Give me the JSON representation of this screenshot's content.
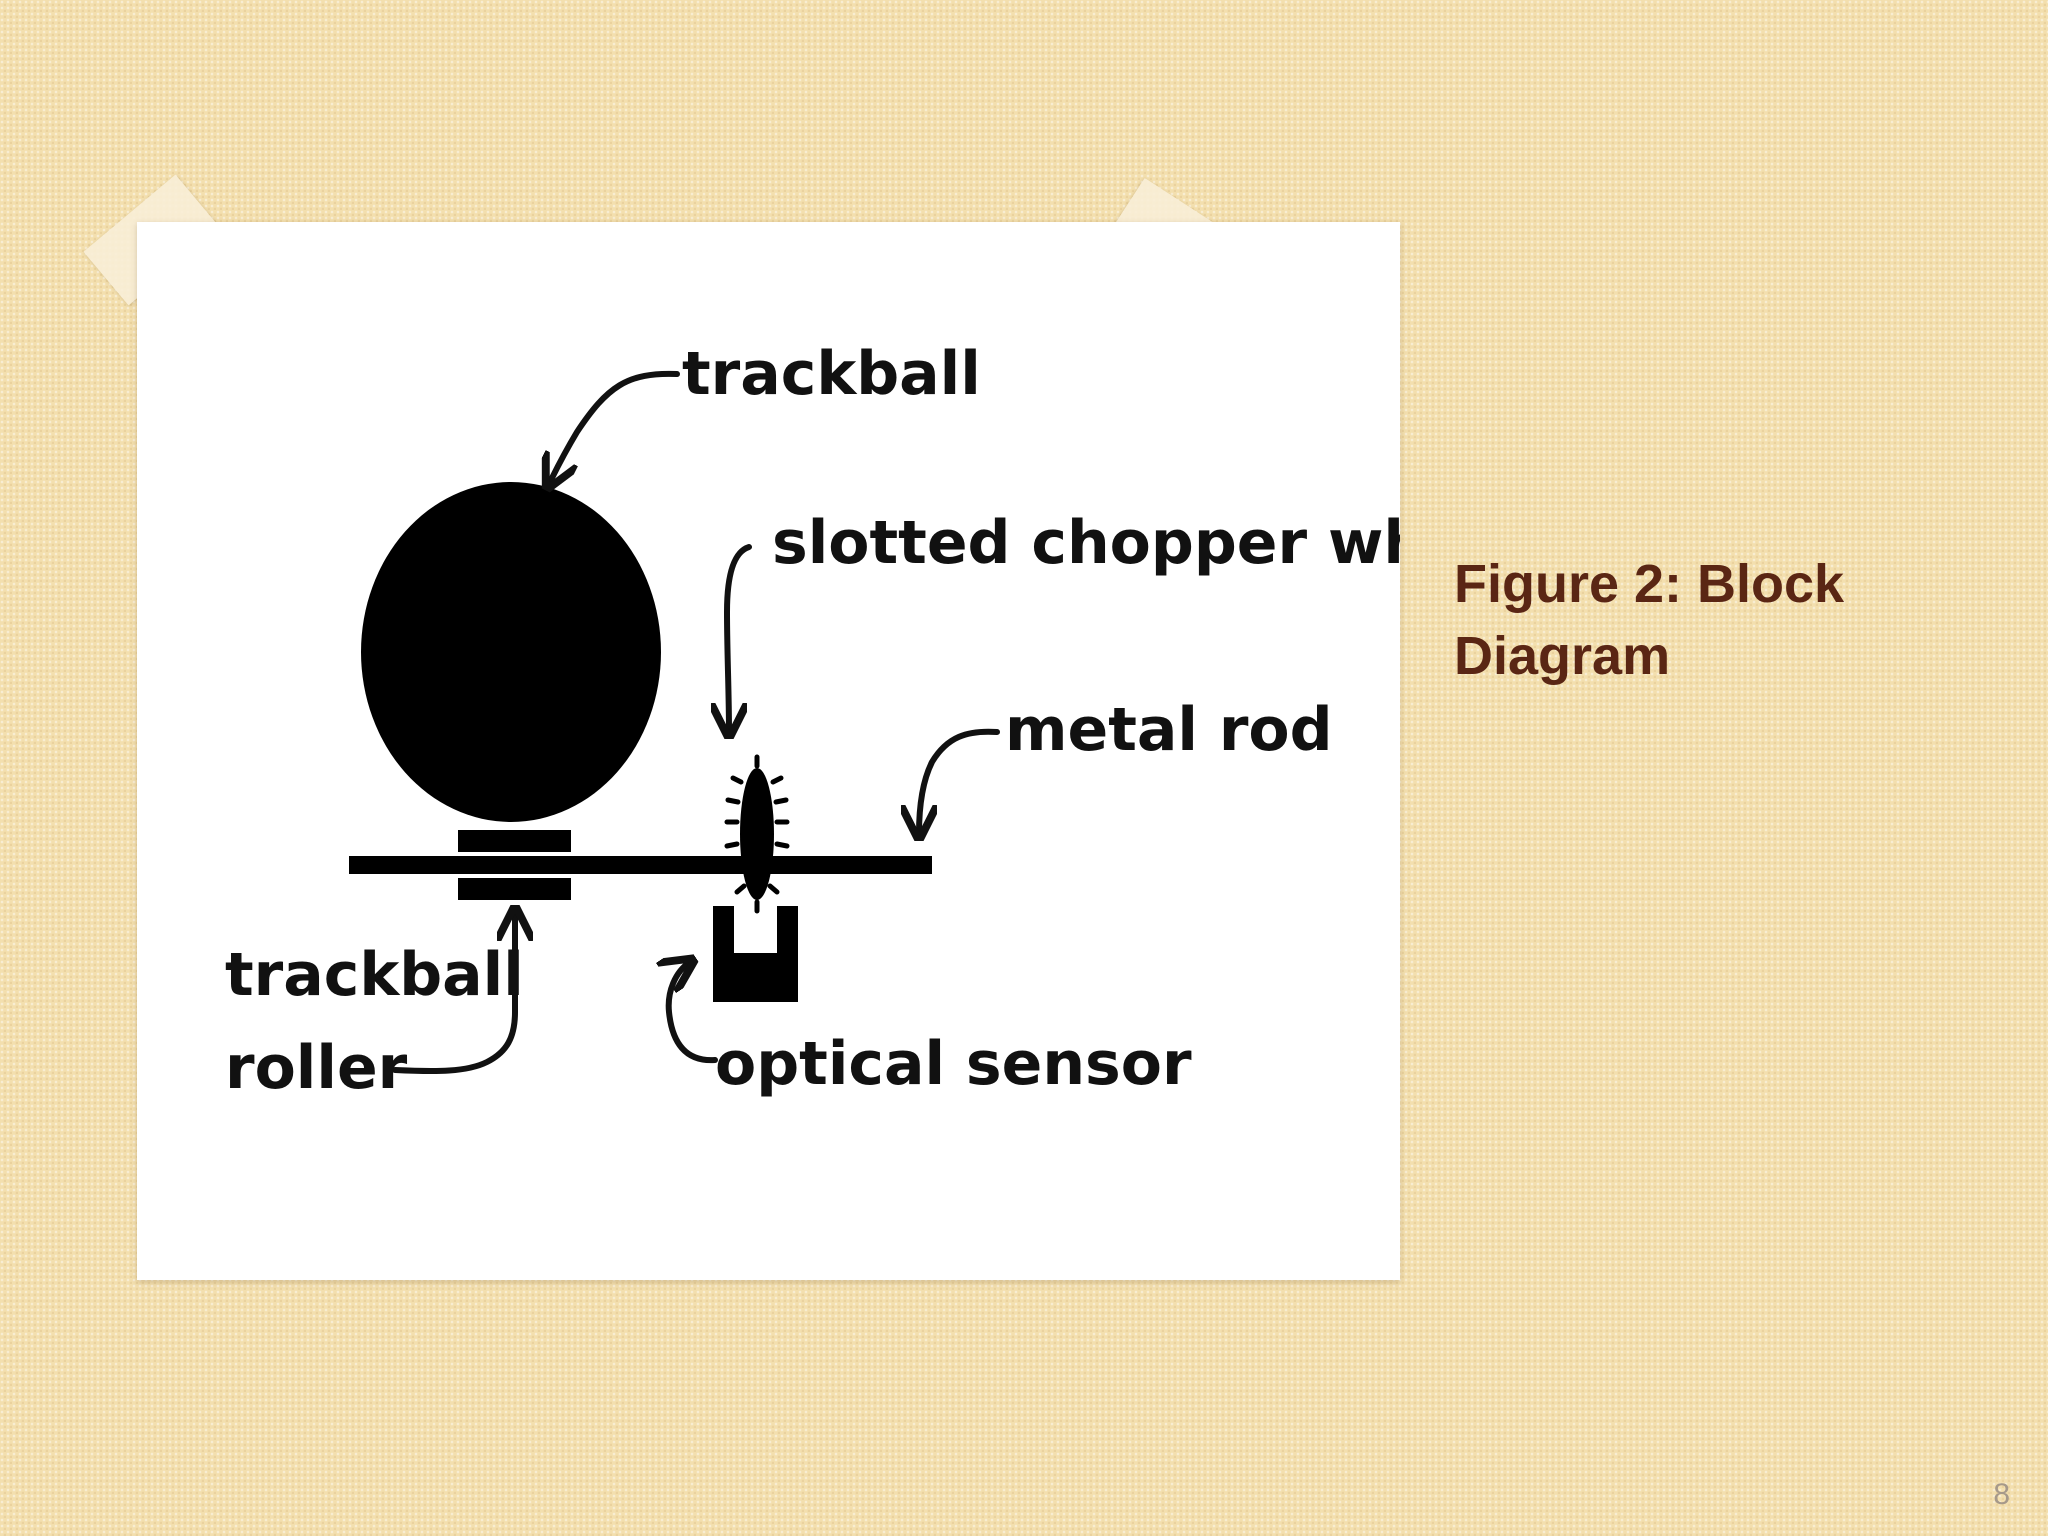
{
  "slide": {
    "caption": "Figure 2: Block Diagram",
    "page_number": "8"
  },
  "diagram": {
    "labels": {
      "trackball_top": "trackball",
      "chopper_wheel": "slotted chopper wheel",
      "metal_rod": "metal rod",
      "roller_line1": "trackball",
      "roller_line2": "roller",
      "optical_sensor": "optical sensor"
    }
  }
}
